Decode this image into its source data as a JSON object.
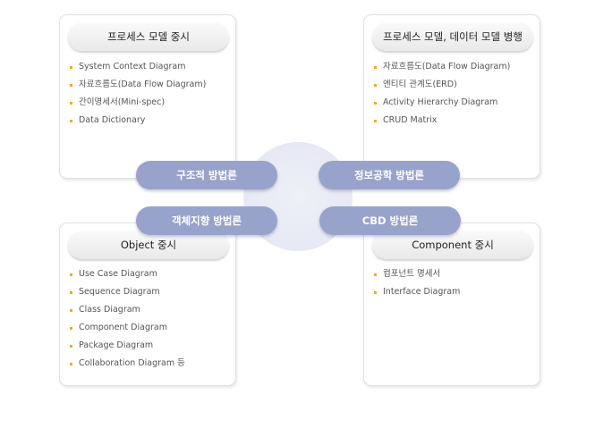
{
  "cards": [
    {
      "title": "프로세스 모델 중시",
      "items": [
        "System Context Diagram",
        "자료흐름도(Data Flow Diagram)",
        "간이명세서(Mini-spec)",
        "Data Dictionary"
      ]
    },
    {
      "title": "프로세스 모델, 데이터 모델 병행",
      "items": [
        "자료흐름도(Data Flow Diagram)",
        "엔티티 관계도(ERD)",
        "Activity Hierarchy Diagram",
        "CRUD Matrix"
      ]
    },
    {
      "title": "Object 중시",
      "items": [
        "Use Case Diagram",
        "Sequence Diagram",
        "Class Diagram",
        "Component Diagram",
        "Package Diagram",
        "Collaboration Diagram 등"
      ]
    },
    {
      "title": "Component 중시",
      "items": [
        "컴포넌트 명세서",
        "Interface Diagram"
      ]
    }
  ],
  "methodologies": {
    "structured": "구조적 방법론",
    "information_engineering": "정보공학 방법론",
    "object_oriented": "객체지향 방법론",
    "cbd": "CBD 방법론"
  },
  "colors": {
    "pill": "#98a3cc",
    "bullet": "#f5a623",
    "center_circle": "#e6e9f4"
  }
}
